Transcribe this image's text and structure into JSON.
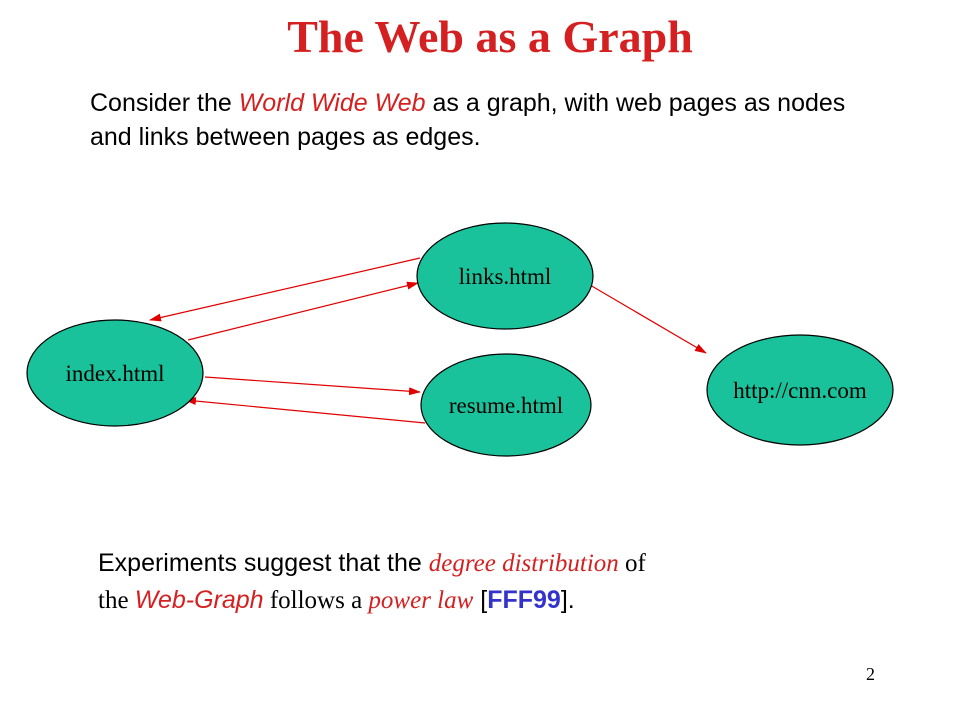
{
  "slide": {
    "title": "The Web as a Graph",
    "page_number": "2",
    "intro": {
      "part1": "Consider the ",
      "highlight": "World Wide Web",
      "part2": " as a graph, with web pages as nodes and links between pages as edges."
    },
    "bottom": {
      "part1": "Experiments suggest that the ",
      "highlight1": "degree distribution",
      "part2": " of",
      "part3": "the ",
      "highlight2": "Web-Graph",
      "part4": " follows a ",
      "highlight3": "power law",
      "part5": " [",
      "reference": "FFF99",
      "part6": "]."
    }
  },
  "graph": {
    "nodes": [
      {
        "id": "index",
        "label": "index.html"
      },
      {
        "id": "links",
        "label": "links.html"
      },
      {
        "id": "resume",
        "label": "resume.html"
      },
      {
        "id": "cnn",
        "label": "http://cnn.com"
      }
    ],
    "edges": [
      {
        "from": "links",
        "to": "index"
      },
      {
        "from": "index",
        "to": "links"
      },
      {
        "from": "index",
        "to": "resume"
      },
      {
        "from": "resume",
        "to": "index"
      },
      {
        "from": "links",
        "to": "cnn"
      }
    ]
  },
  "colors": {
    "title": "#d42020",
    "highlight": "#d42020",
    "reference": "#3333cc",
    "node_fill": "#19c29a",
    "edge": "#e00000"
  }
}
